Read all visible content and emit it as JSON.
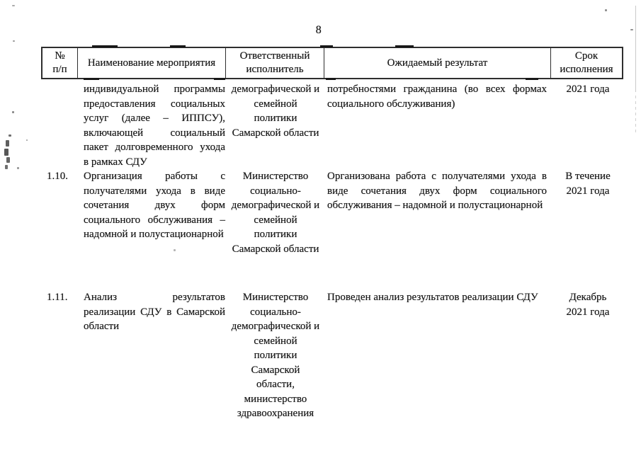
{
  "page": {
    "number": "8"
  },
  "table": {
    "headers": [
      {
        "id": "num",
        "label": "№\nп/п"
      },
      {
        "id": "name",
        "label": "Наименование мероприятия"
      },
      {
        "id": "executor",
        "label": "Ответственный\nисполнитель"
      },
      {
        "id": "result",
        "label": "Ожидаемый результат"
      },
      {
        "id": "deadline",
        "label": "Срок\nисполнения"
      }
    ],
    "rows": [
      {
        "num": "",
        "name_lines": [
          "индивидуальной программы",
          "предоставления социальных",
          "услуг (далее – ИППСУ),",
          "включающей социальный",
          "пакет долговременного ухода",
          "в рамках СДУ"
        ],
        "executor": "демографической и\nсемейной\nполитики\nСамарской области",
        "result_lines": [
          "потребностями гражданина (во всех формах",
          "социального обслуживания)"
        ],
        "deadline": "2021 года"
      },
      {
        "num": "1.10.",
        "name_lines": [
          "Организация работы с",
          "получателями ухода в виде",
          "сочетания двух форм",
          "социального обслуживания –",
          "надомной и полустационарной"
        ],
        "executor": "Министерство\nсоциально-\nдемографической и\nсемейной\nполитики\nСамарской области",
        "result_lines": [
          "Организована работа с получателями ухода в",
          "виде сочетания двух форм социального",
          "обслуживания – надомной и полустационарной"
        ],
        "deadline": "В течение\n2021 года"
      },
      {
        "num": "1.11.",
        "name_lines": [
          "Анализ результатов",
          "реализации СДУ в Самарской",
          "области"
        ],
        "executor": "Министерство\nсоциально-\nдемографической и\nсемейной\nполитики\nСамарской\nобласти,\nминистерство\nздравоохранения",
        "result_lines": [
          "Проведен анализ результатов реализации СДУ"
        ],
        "deadline": "Декабрь\n2021 года"
      }
    ]
  }
}
